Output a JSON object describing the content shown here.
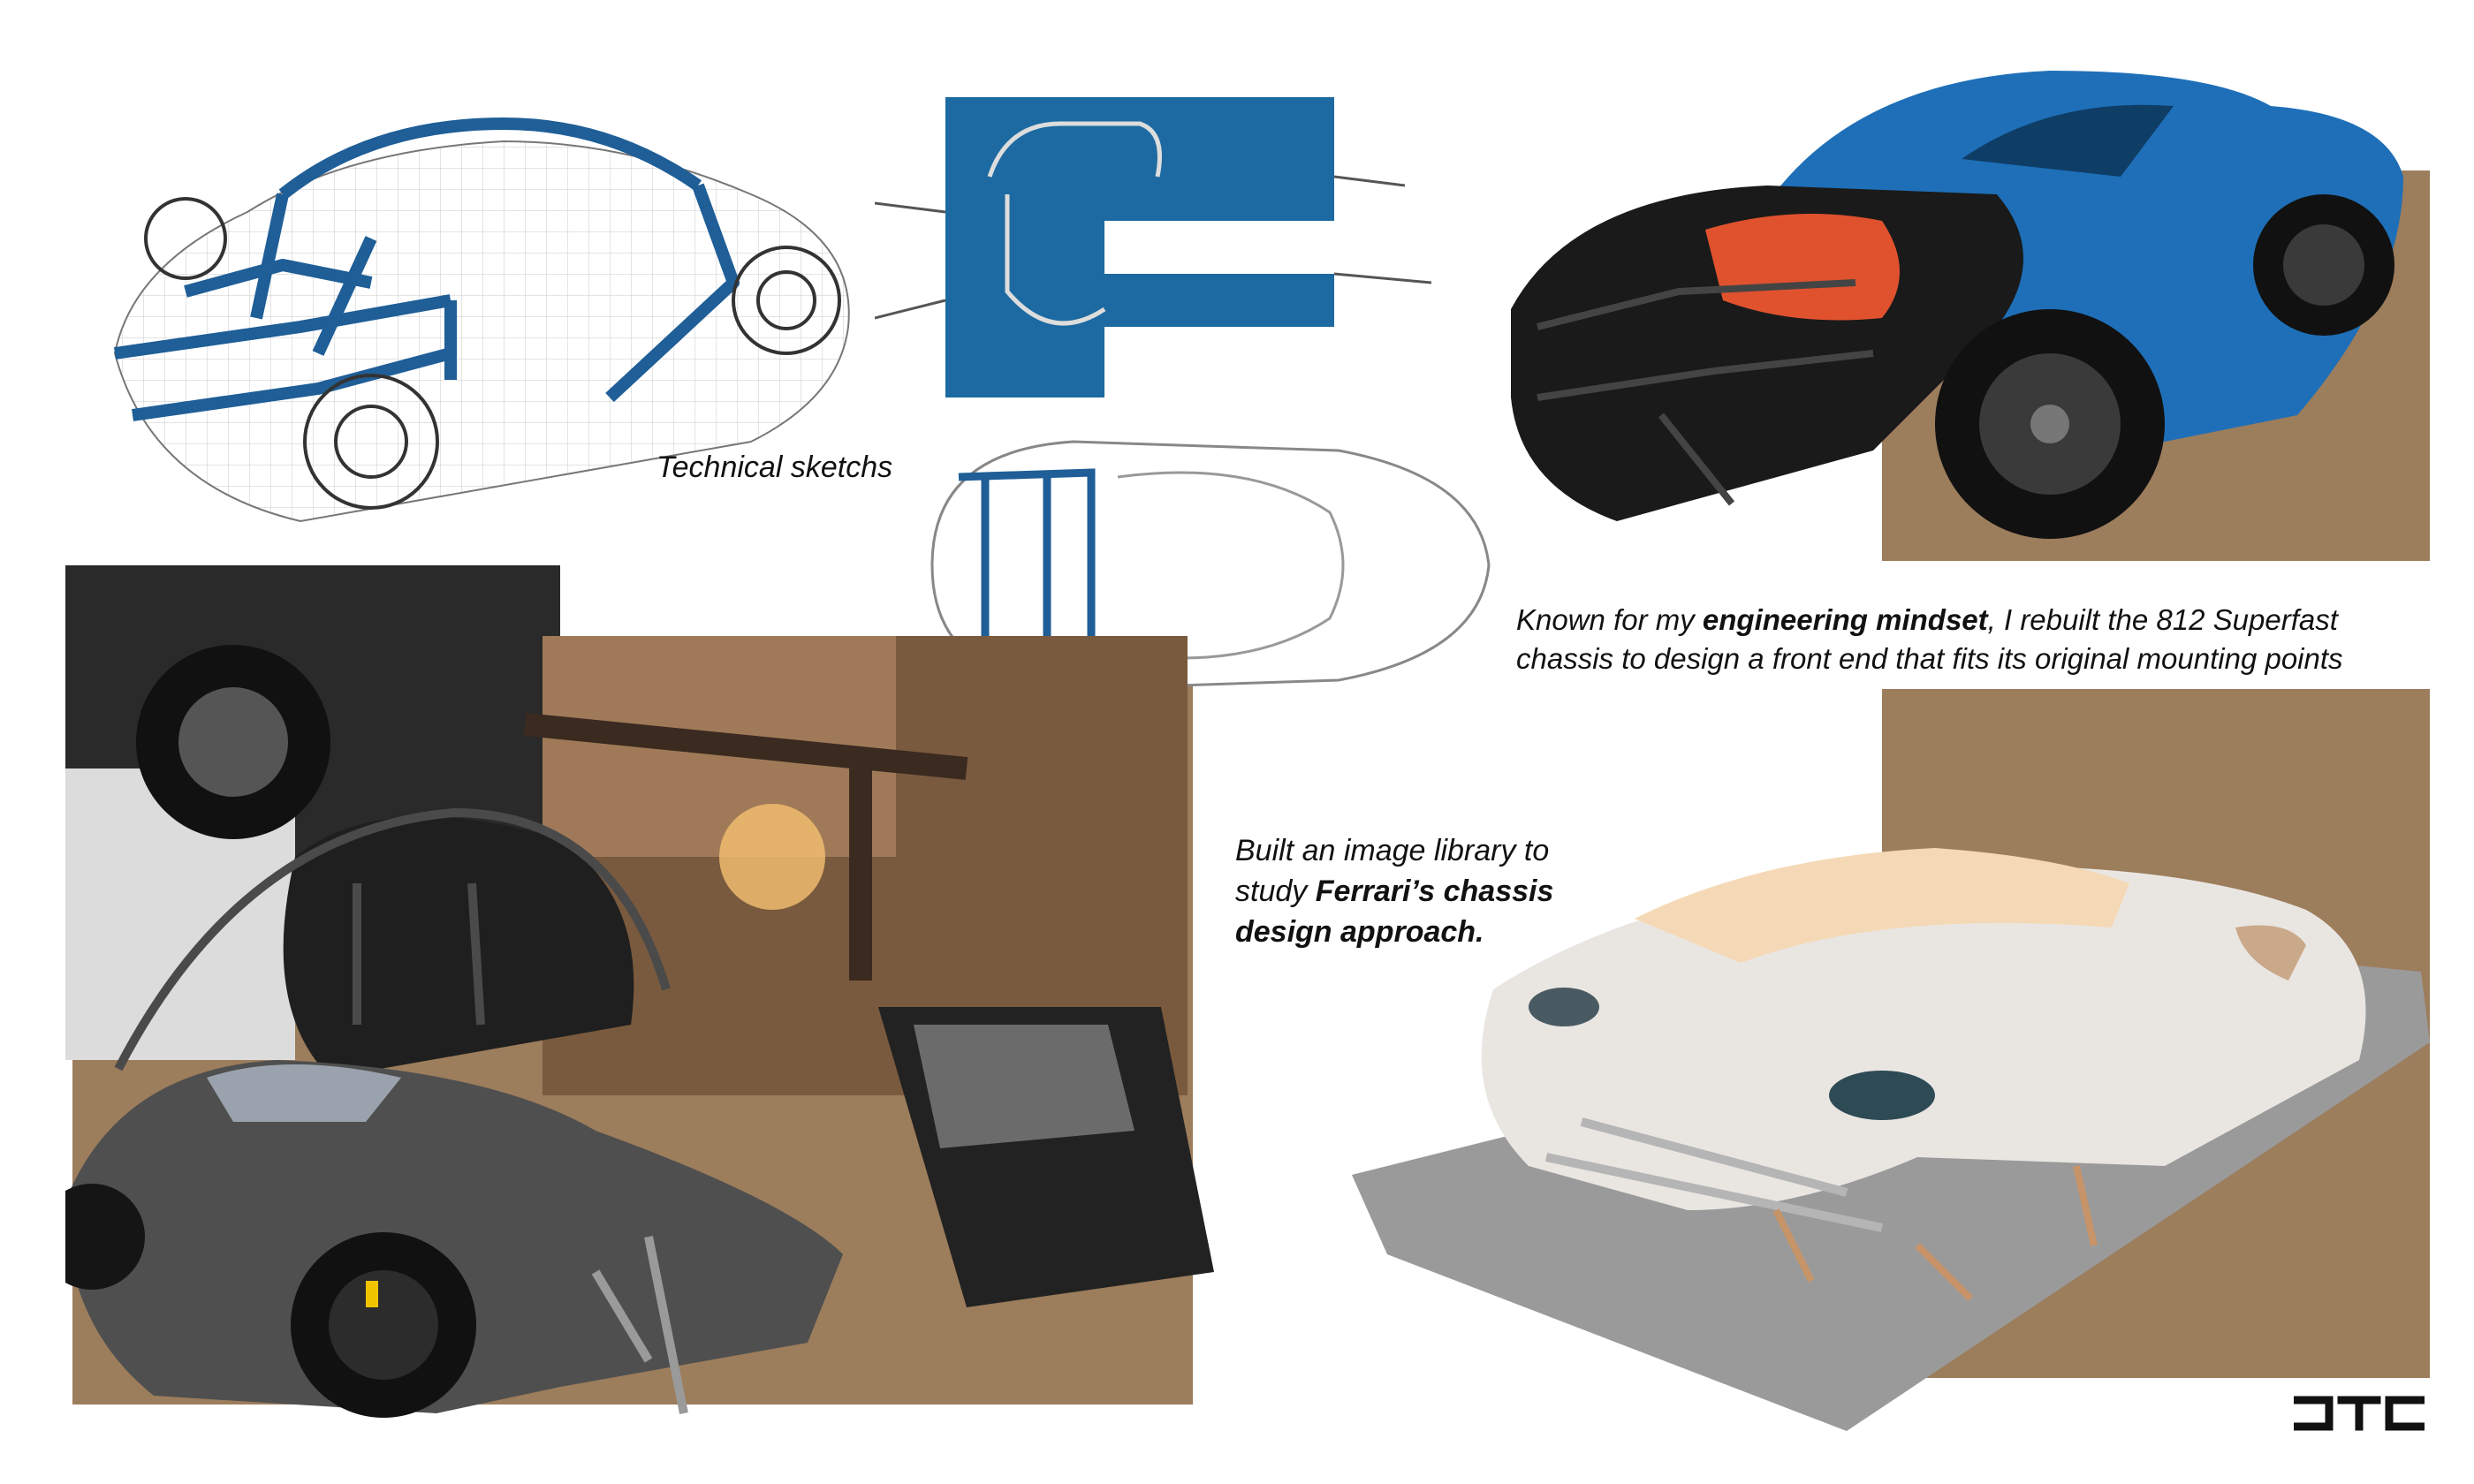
{
  "captions": {
    "sketch_label": "Technical sketchs",
    "engineering": {
      "line1_pre": "Known for my ",
      "line1_bold": "engineering mindset",
      "line1_post": ", I rebuilt the 812 Superfast",
      "line2": "chassis to design a front end that fits its original mounting points"
    },
    "library": {
      "line1": "Built an image library to",
      "line2_pre": "study ",
      "line2_bold": "Ferrari’s chassis",
      "line3_bold": "design approach."
    }
  },
  "logo": {
    "text": "JTC"
  },
  "images": {
    "sketch_car": "technical-sketch-car",
    "sketch_side": "sketch-side-view",
    "sketch_top": "sketch-top-view",
    "render_blue": "blue-car-chassis-render",
    "photo_collage": "ferrari-teardown-collage",
    "white_body": "white-car-body-render"
  },
  "colors": {
    "accent_tan": "#9c7d5c",
    "sketch_blue": "#1f5e97",
    "render_blue": "#1e6fb8",
    "engine_red": "#e0522e"
  }
}
